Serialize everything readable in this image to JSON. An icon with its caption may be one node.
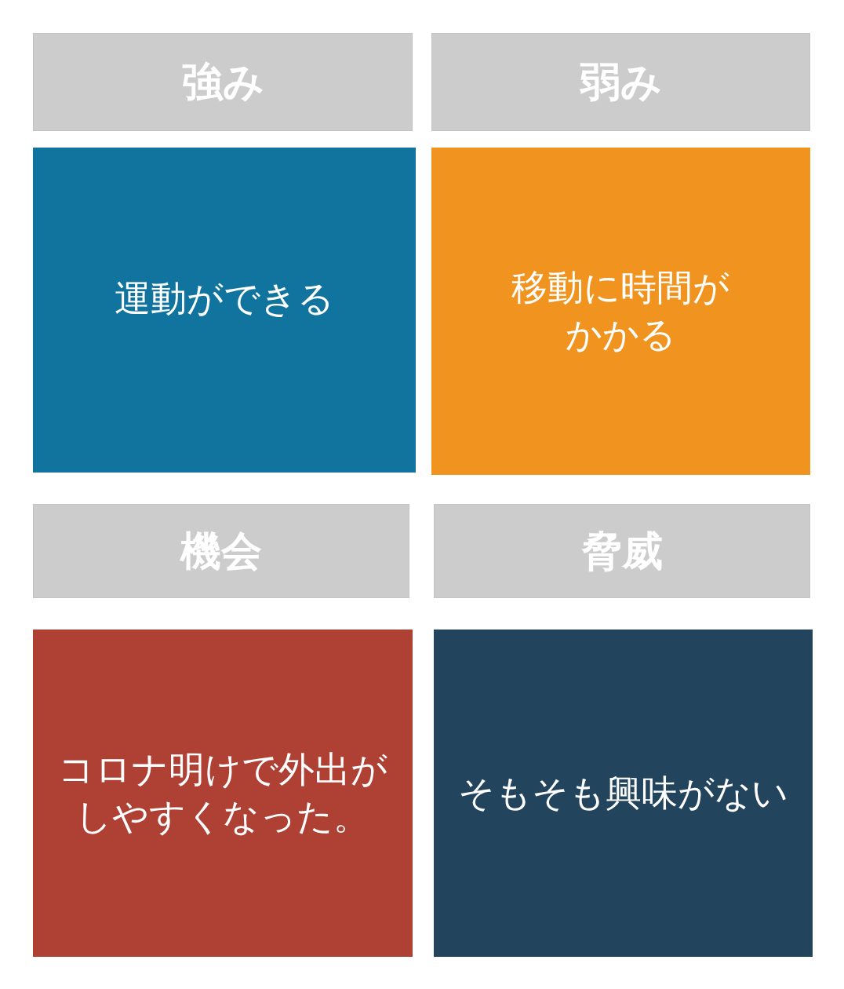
{
  "diagram": {
    "nodes": [
      {
        "text": [
          "強み"
        ]
      },
      {
        "text": [
          "弱み"
        ]
      },
      {
        "text": [
          "運動ができる"
        ]
      },
      {
        "text": [
          "移動に時間がかかる"
        ]
      },
      {
        "text": [
          "機会"
        ]
      },
      {
        "text": [
          "脅威"
        ]
      },
      {
        "text": [
          "コロナ明けで外出がしやすくなった。"
        ]
      },
      {
        "text": [
          "そもそも興味がない"
        ]
      }
    ]
  }
}
